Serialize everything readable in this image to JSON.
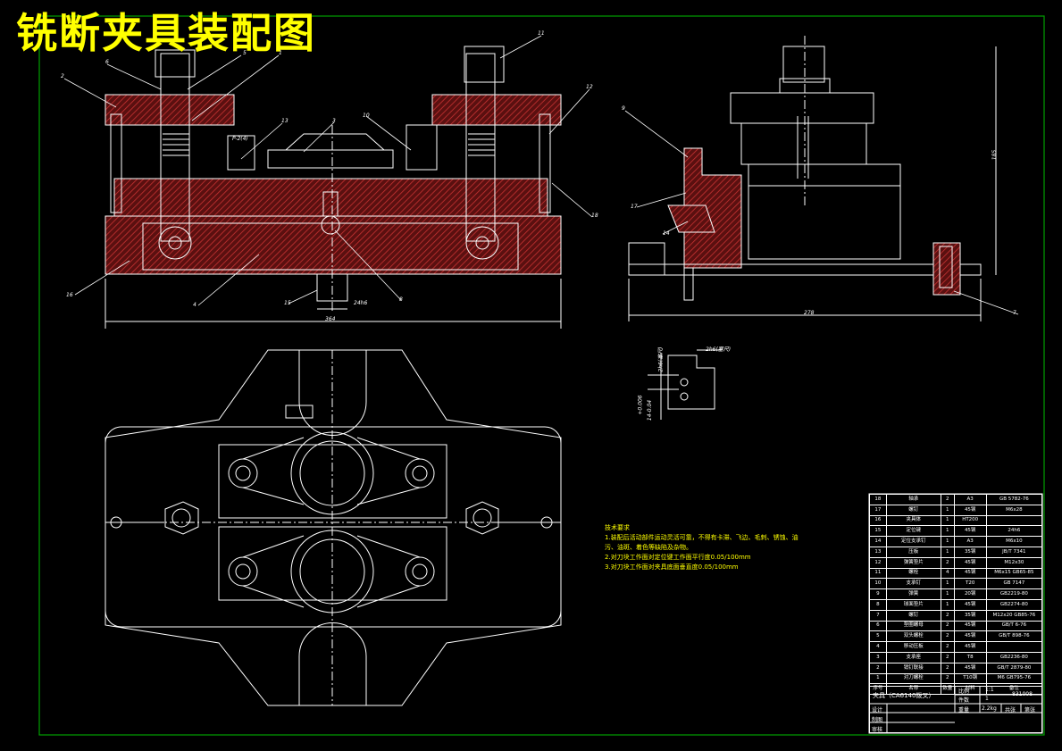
{
  "title": "铣断夹具装配图",
  "colors": {
    "background": "#000000",
    "line": "#ffffff",
    "hatch": "#c83232",
    "frame": "#00a000",
    "leader": "#00c8c8",
    "title": "#ffff00"
  },
  "labels": {
    "p1": "1",
    "p2": "2",
    "p3": "3",
    "p4": "4",
    "p5": "5",
    "p6": "6",
    "p7": "7",
    "p8": "8",
    "p9": "9",
    "p10": "10",
    "p11": "11",
    "p12": "12",
    "p13": "13",
    "p14": "14",
    "p15": "15",
    "p16": "16",
    "p17": "17",
    "p18": "18"
  },
  "dimensions": {
    "width_front": "364",
    "width_side": "278",
    "height_side": "185",
    "key_fit": "24h6",
    "setting_a": "2h6(塞尺)",
    "setting_b": "2h6(塞尺)",
    "tol_a": "+0.006",
    "tol_b": "14-0.04",
    "thread": "P-2(4)"
  },
  "tech_notes": {
    "heading": "技术要求",
    "lines": [
      "1.装配后活动部件运动灵活可靠，不得有卡滞、飞边、毛刺、锈蚀、油",
      "  污、油斑、着色等缺陷及杂物。",
      "2.对刀块工作面对定位键工作面平行度0.05/100mm",
      "3.对刀块工作面对夹具底面垂直度0.05/100mm"
    ]
  },
  "bom": {
    "rows": [
      [
        "18",
        "轴承",
        "2",
        "A3",
        "GB 5782-76"
      ],
      [
        "17",
        "螺钉",
        "1",
        "45钢",
        "M6x28"
      ],
      [
        "16",
        "夹具体",
        "1",
        "HT200",
        ""
      ],
      [
        "15",
        "定位键",
        "1",
        "45钢",
        "24h6"
      ],
      [
        "14",
        "定位支承钉",
        "1",
        "A3",
        "M6x10"
      ],
      [
        "13",
        "压板",
        "1",
        "35钢",
        "JB/T 7341"
      ],
      [
        "12",
        "弹簧垫片",
        "2",
        "45钢",
        "M12x30"
      ],
      [
        "11",
        "螺栓",
        "4",
        "45钢",
        "M6x15 GB65-85"
      ],
      [
        "10",
        "支承钉",
        "1",
        "T20",
        "GB 7147"
      ],
      [
        "9",
        "弹簧",
        "1",
        "20钢",
        "GB2219-80"
      ],
      [
        "8",
        "球面垫片",
        "1",
        "45钢",
        "GB2274-80"
      ],
      [
        "7",
        "螺钉",
        "2",
        "35钢",
        "M12x20 GB85-76"
      ],
      [
        "6",
        "垫圈螺母",
        "2",
        "45钢",
        "GB/T 6-76"
      ],
      [
        "5",
        "双头螺栓",
        "2",
        "45钢",
        "GB/T 898-76"
      ],
      [
        "4",
        "移动压板",
        "2",
        "45钢",
        ""
      ],
      [
        "3",
        "支承座",
        "2",
        "T8",
        "GB2236-80"
      ],
      [
        "2",
        "销钉联接",
        "2",
        "45钢",
        "GB/T 2879-80"
      ],
      [
        "1",
        "对刀螺栓",
        "2",
        "T10钢",
        "M6 GB795-76"
      ]
    ],
    "header": [
      "序号",
      "名称",
      "数量",
      "材料",
      "备注"
    ]
  },
  "title_block": {
    "part": "夹具（CA6140拨叉）",
    "scale_label": "比例",
    "scale": "1:1",
    "qty_label": "件数",
    "qty": "1",
    "weight_label": "重量",
    "weight": "2.2kg",
    "sheet": "共张",
    "sheet2": "第张",
    "code": "831008",
    "design": "设计",
    "draw": "制图",
    "check": "审核"
  }
}
